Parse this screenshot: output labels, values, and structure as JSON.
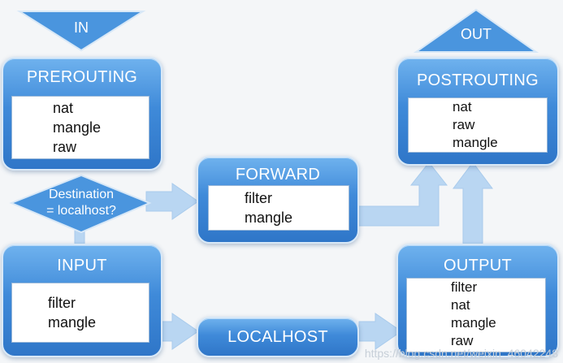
{
  "markers": {
    "in": "IN",
    "out": "OUT"
  },
  "decision": {
    "line1": "Destination",
    "line2": "= localhost?"
  },
  "chains": {
    "prerouting": {
      "name": "PREROUTING",
      "tables": [
        "nat",
        "mangle",
        "raw"
      ]
    },
    "forward": {
      "name": "FORWARD",
      "tables": [
        "filter",
        "mangle"
      ]
    },
    "postrouting": {
      "name": "POSTROUTING",
      "tables": [
        "nat",
        "raw",
        "mangle"
      ]
    },
    "input": {
      "name": "INPUT",
      "tables": [
        "filter",
        "mangle"
      ]
    },
    "localhost": {
      "name": "LOCALHOST"
    },
    "output": {
      "name": "OUTPUT",
      "tables": [
        "filter",
        "nat",
        "mangle",
        "raw"
      ]
    }
  },
  "watermark": "https://blog.csdn.net/weixin_46042248",
  "colors": {
    "box": "#3f8ad9",
    "arrow": "#b9d6f2",
    "marker": "#4a95de"
  }
}
